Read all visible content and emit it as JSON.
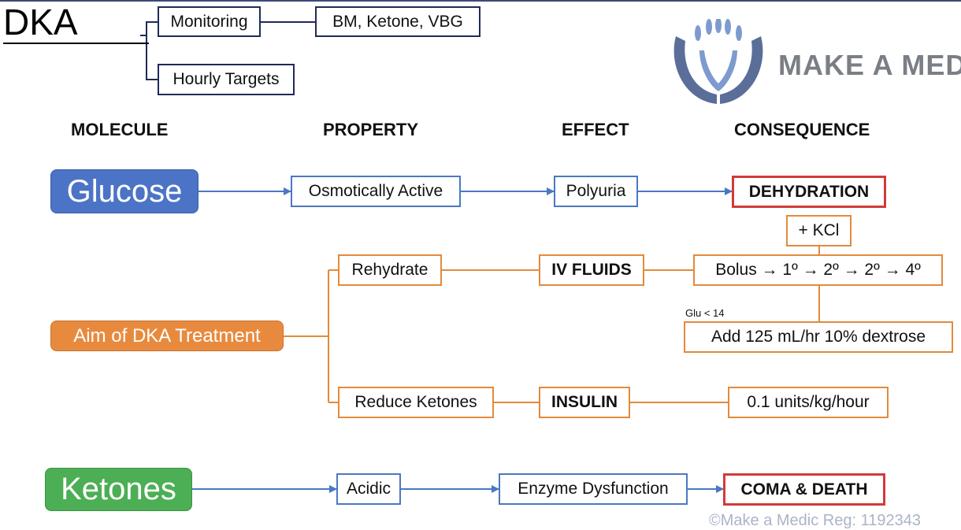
{
  "title": "DKA",
  "tree": {
    "monitoring": "Monitoring",
    "monitoring_detail": "BM, Ketone, VBG",
    "hourly_targets": "Hourly Targets"
  },
  "logo": {
    "name": "MAKE A MEDIC"
  },
  "headers": {
    "molecule": "MOLECULE",
    "property": "PROPERTY",
    "effect": "EFFECT",
    "consequence": "CONSEQUENCE"
  },
  "glucose_row": {
    "molecule": "Glucose",
    "property": "Osmotically Active",
    "effect": "Polyuria",
    "consequence": "DEHYDRATION"
  },
  "treatment": {
    "aim": "Aim of DKA Treatment",
    "rehydrate": "Rehydrate",
    "iv_fluids": "IV FLUIDS",
    "regimen": "Bolus → 1º → 2º → 2º → 4º",
    "kcl": "+ KCl",
    "glu_condition": "Glu < 14",
    "dextrose": "Add 125 mL/hr 10% dextrose",
    "reduce_ketones": "Reduce Ketones",
    "insulin": "INSULIN",
    "insulin_rate": "0.1 units/kg/hour"
  },
  "ketones_row": {
    "molecule": "Ketones",
    "property": "Acidic",
    "effect": "Enzyme Dysfunction",
    "consequence": "COMA & DEATH"
  },
  "copyright": "©Make a Medic Reg: 1192343"
}
